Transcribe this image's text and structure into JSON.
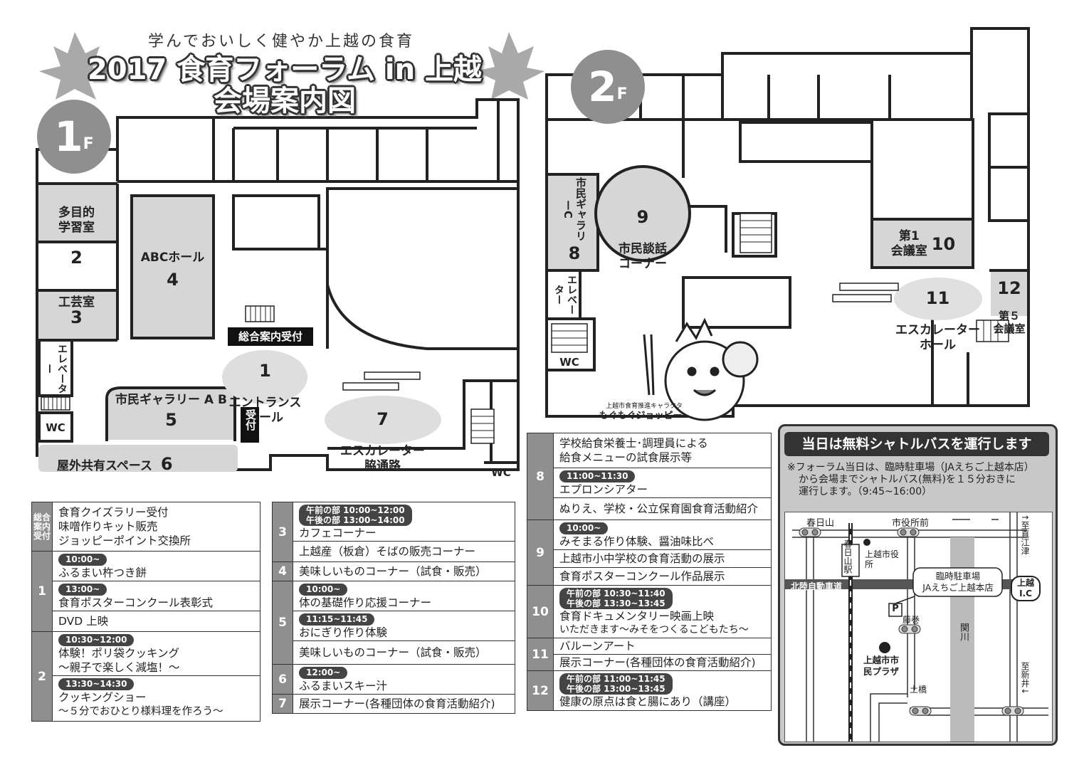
{
  "header": {
    "subtitle": "学んでおいしく健やか上越の食育",
    "title_line1": "2017 食育フォーラム in 上越",
    "title_line2": "会場案内図"
  },
  "floors": {
    "f1": {
      "num": "1",
      "suffix": "F"
    },
    "f2": {
      "num": "2",
      "suffix": "F"
    }
  },
  "rooms_1f": {
    "r2": {
      "name": "多目的\n学習室",
      "num": "2"
    },
    "r3": {
      "name": "工芸室",
      "num": "3"
    },
    "r4": {
      "name": "ABCホール",
      "num": "4"
    },
    "r5": {
      "name": "市民ギャラリー A B",
      "num": "5"
    },
    "r6": {
      "name": "屋外共有スペース",
      "num": "6"
    },
    "r1": {
      "name": "エントランス\nホール",
      "num": "1"
    },
    "r7": {
      "name": "エスカレーター\n脇通路",
      "num": "7"
    },
    "info_desk": "総合案内受付",
    "reception": "受付",
    "elevator": "エレベーター",
    "wc1": "WC",
    "wc2": "WC"
  },
  "rooms_2f": {
    "r8": {
      "name": "市民ギャラリーC",
      "num": "8"
    },
    "r9": {
      "name": "市民談話\nコーナー",
      "num": "9"
    },
    "r10": {
      "name": "第1\n会議室",
      "num": "10"
    },
    "r11": {
      "name": "エスカレーター\nホール",
      "num": "11"
    },
    "r12": {
      "name": "第５\n会議室",
      "num": "12"
    },
    "elevator": "エレベーター",
    "wc": "WC",
    "mascot_caption": "上越市食育推進キャラクタ",
    "mascot_name": "もぐもぐジョッピー"
  },
  "schedule_left": {
    "info": {
      "key": "総合案内受付",
      "lines": [
        "食育クイズラリー受付",
        "味噌作りキット販売",
        "ジョッピーポイント交換所"
      ]
    },
    "s1": {
      "key": "1",
      "t1": "10:00~",
      "e1": "ふるまい杵つき餅",
      "t2": "13:00~",
      "e2": "食育ポスターコンクール表彰式",
      "e3": "DVD 上映"
    },
    "s2": {
      "key": "2",
      "t1": "10:30~12:00",
      "e1a": "体験！ポリ袋クッキング",
      "e1b": "～親子で楽しく減塩！～",
      "t2": "13:30~14:30",
      "e2a": "クッキングショー",
      "e2b": "～５分でおひとり様料理を作ろう～"
    }
  },
  "schedule_mid": {
    "s3": {
      "key": "3",
      "t1": "午前の部 10:00~12:00",
      "t2": "午後の部 13:00~14:00",
      "e1": "カフェコーナー",
      "e2": "上越産（板倉）そばの販売コーナー"
    },
    "s4": {
      "key": "4",
      "e1": "美味しいものコーナー（試食・販売）"
    },
    "s5": {
      "key": "5",
      "t1": "10:00~",
      "e1": "体の基礎作り応援コーナー",
      "t2": "11:15~11:45",
      "e2": "おにぎり作り体験",
      "e3": "美味しいものコーナー（試食・販売）"
    },
    "s6": {
      "key": "6",
      "t1": "12:00~",
      "e1": "ふるまいスキー汁"
    },
    "s7": {
      "key": "7",
      "e1": "展示コーナー(各種団体の食育活動紹介)"
    }
  },
  "schedule_right": {
    "s8": {
      "key": "8",
      "e1a": "学校給食栄養士･調理員による",
      "e1b": "給食メニューの試食展示等",
      "t1": "11:00~11:30",
      "e2": "エプロンシアター",
      "e3": "ぬりえ、学校・公立保育園食育活動紹介"
    },
    "s9": {
      "key": "9",
      "t1": "10:00~",
      "e1": "みそまる作り体験、醤油味比べ",
      "e2": "上越市小中学校の食育活動の展示",
      "e3": "食育ポスターコンクール作品展示"
    },
    "s10": {
      "key": "10",
      "t1": "午前の部 10:30~11:40",
      "t2": "午後の部 13:30~13:45",
      "e1": "食育ドキュメンタリー映画上映",
      "e2": "いただきます～みそをつくるこどもたち～"
    },
    "s11": {
      "key": "11",
      "e1": "バルーンアート",
      "e2": "展示コーナー(各種団体の食育活動紹介)"
    },
    "s12": {
      "key": "12",
      "t1": "午前の部 11:00~11:45",
      "t2": "午後の部 13:00~13:45",
      "e1": "健康の原点は食と腸にあり（講座）"
    }
  },
  "shuttle": {
    "heading": "当日は無料シャトルバスを運行します",
    "note1": "※フォーラム当日は、臨時駐車場（JAえちご上越本店）",
    "note2": "から会場までシャトルバス(無料)を１５分おきに",
    "note3": "運行します。（9:45~16:00）",
    "map": {
      "kasugayama": "春日山",
      "shiyakushomae": "市役所前",
      "to_naoetsu": "↑至直江津",
      "station": "春日山駅",
      "city_hall": "上越市役所",
      "parking_label1": "臨時駐車場",
      "parking_label2": "JAえちご上越本店",
      "expressway": "北陸自動車道",
      "ic": "上越I.C",
      "parking_mark": "P",
      "fujimaki": "藤巻",
      "river": "関川",
      "plaza": "上越市市民プラザ",
      "dobashi": "土橋",
      "to_arai": "至新井↓"
    }
  },
  "colors": {
    "gray": "#8f8f8f",
    "dark": "#333333",
    "light": "#d6d6d6"
  }
}
